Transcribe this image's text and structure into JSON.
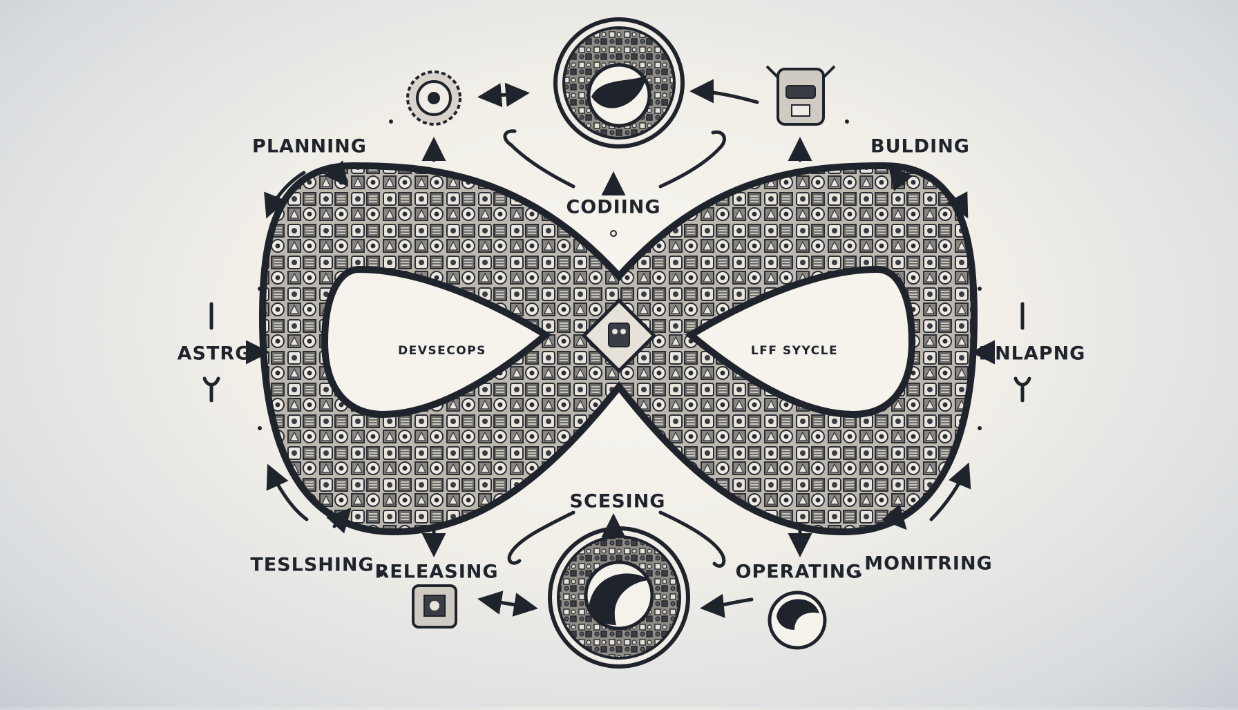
{
  "center_labels": {
    "left": "DEVSECOPS",
    "right": "LFF SYYCLE"
  },
  "stages": {
    "planning": "PLANNING",
    "coding": "CODIING",
    "building": "BULDING",
    "astrg": "ASTRG",
    "dnlapng": "DNLAPNG",
    "scesing": "SCESING",
    "teslshing": "TESLSHING",
    "releasing": "RELEASING",
    "operating": "OPERATING",
    "monitring": "MONITRING"
  },
  "colors": {
    "ink": "#1f232b",
    "band_fill": "#cfcbc3",
    "glyph_light": "#e9e5dd",
    "glyph_dark": "#3a3d44",
    "paper": "#f6f3ed"
  },
  "icons": [
    "aztec-sun-medallion-icon",
    "aztec-calendar-yinyang-icon",
    "aztec-mask-totem-icon",
    "aztec-gear-idol-icon",
    "ring-crescent-icon"
  ]
}
